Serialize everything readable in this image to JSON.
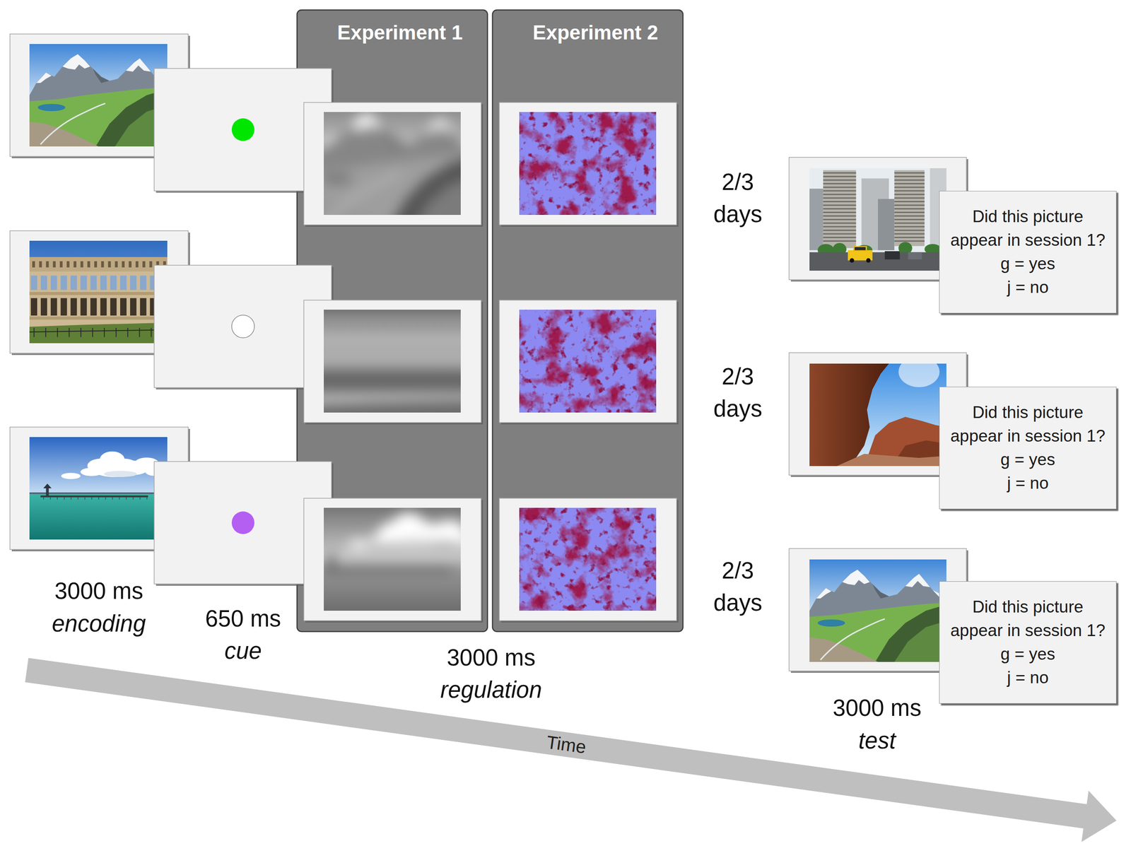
{
  "diagram": {
    "nodes": [
      {
        "text": [
          "Experiment 1"
        ]
      },
      {
        "text": [
          "Experiment 2"
        ]
      },
      {
        "text": [
          "Did this picture appear in session 1?",
          "g = yes",
          "j = no"
        ]
      },
      {
        "text": [
          "Did this picture appear in session 1?",
          "g = yes",
          "j = no"
        ]
      },
      {
        "text": [
          "Did this picture appear in session 1?",
          "g = yes",
          "j = no"
        ]
      }
    ],
    "labels": [
      "3000 ms",
      "encoding",
      "650 ms",
      "cue",
      "3000 ms",
      "regulation",
      "2/3 days",
      "2/3 days",
      "2/3 days",
      "3000 ms",
      "test",
      "Time"
    ]
  }
}
